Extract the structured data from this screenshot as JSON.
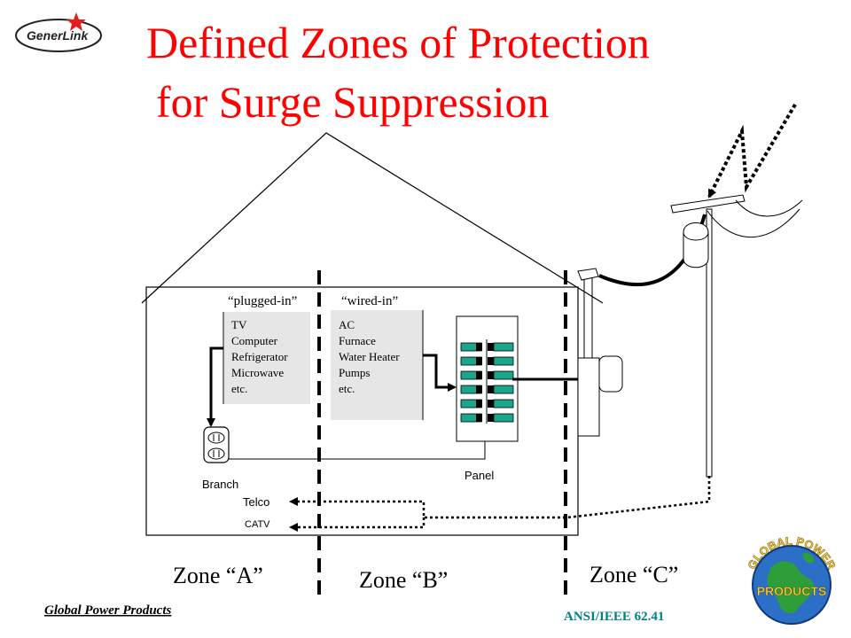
{
  "slide": {
    "title_line1": "Defined Zones of Protection",
    "title_line2": "for Surge Suppression",
    "logo_text": "GenerLink",
    "footer_left": "Global Power Products",
    "footer_right": "ANSI/IEEE 62.41",
    "badge_top": "GLOBAL POWER",
    "badge_bottom": "PRODUCTS"
  },
  "diagram": {
    "plugged_in_label": "“plugged-in”",
    "wired_in_label": "“wired-in”",
    "plugged_in_items": [
      "TV",
      "Computer",
      "Refrigerator",
      "Microwave",
      "etc."
    ],
    "wired_in_items": [
      "AC",
      "Furnace",
      "Water Heater",
      "Pumps",
      "etc."
    ],
    "branch_label": "Branch",
    "panel_label": "Panel",
    "telco_label": "Telco",
    "catv_label": "CATV",
    "zones": [
      "Zone “A”",
      "Zone “B”",
      "Zone “C”"
    ]
  },
  "colors": {
    "title": "#ff0000",
    "footer_right": "#008080",
    "breaker": "#1aa58c",
    "list_box": "#e6e6e6",
    "badge_globe": "#2b6fc7",
    "badge_land": "#2e9e3a",
    "badge_text": "#ffd23f"
  }
}
